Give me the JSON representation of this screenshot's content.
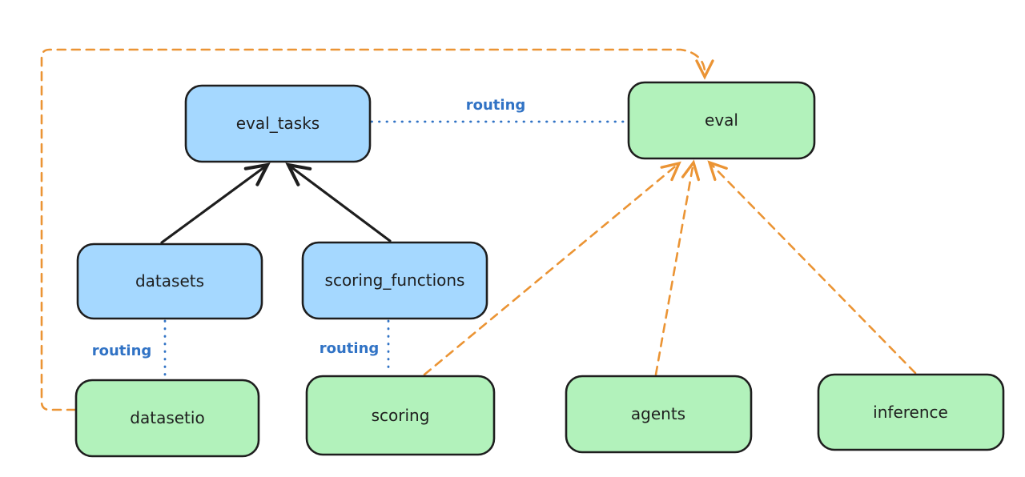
{
  "diagram": {
    "kind": "architecture-graph",
    "nodes": {
      "eval_tasks": {
        "label": "eval_tasks",
        "color_role": "blue"
      },
      "eval": {
        "label": "eval",
        "color_role": "green"
      },
      "datasets": {
        "label": "datasets",
        "color_role": "blue"
      },
      "scoring_functions": {
        "label": "scoring_functions",
        "color_role": "blue"
      },
      "datasetio": {
        "label": "datasetio",
        "color_role": "green"
      },
      "scoring": {
        "label": "scoring",
        "color_role": "green"
      },
      "agents": {
        "label": "agents",
        "color_role": "green"
      },
      "inference": {
        "label": "inference",
        "color_role": "green"
      }
    },
    "edge_labels": {
      "eval_tasks_to_eval": "routing",
      "datasets_to_datasetio": "routing",
      "scoring_functions_to_scoring": "routing"
    },
    "edges": [
      {
        "from": "datasets",
        "to": "eval_tasks",
        "style": "solid-black-arrow"
      },
      {
        "from": "scoring_functions",
        "to": "eval_tasks",
        "style": "solid-black-arrow"
      },
      {
        "from": "eval_tasks",
        "to": "eval",
        "style": "dotted-blue",
        "label": "routing"
      },
      {
        "from": "datasets",
        "to": "datasetio",
        "style": "dotted-blue",
        "label": "routing"
      },
      {
        "from": "scoring_functions",
        "to": "scoring",
        "style": "dotted-blue",
        "label": "routing"
      },
      {
        "from": "datasetio",
        "to": "eval",
        "style": "dashed-orange-arrow",
        "route": "left-up-over-top"
      },
      {
        "from": "scoring",
        "to": "eval",
        "style": "dashed-orange-arrow"
      },
      {
        "from": "agents",
        "to": "eval",
        "style": "dashed-orange-arrow"
      },
      {
        "from": "inference",
        "to": "eval",
        "style": "dashed-orange-arrow"
      }
    ],
    "colors": {
      "blue_fill": "#a5d8ff",
      "green_fill": "#b2f2bb",
      "stroke_dark": "#1e1e1e",
      "orange": "#eb9434",
      "routing_blue": "#3173c5",
      "bg": "#ffffff"
    }
  }
}
